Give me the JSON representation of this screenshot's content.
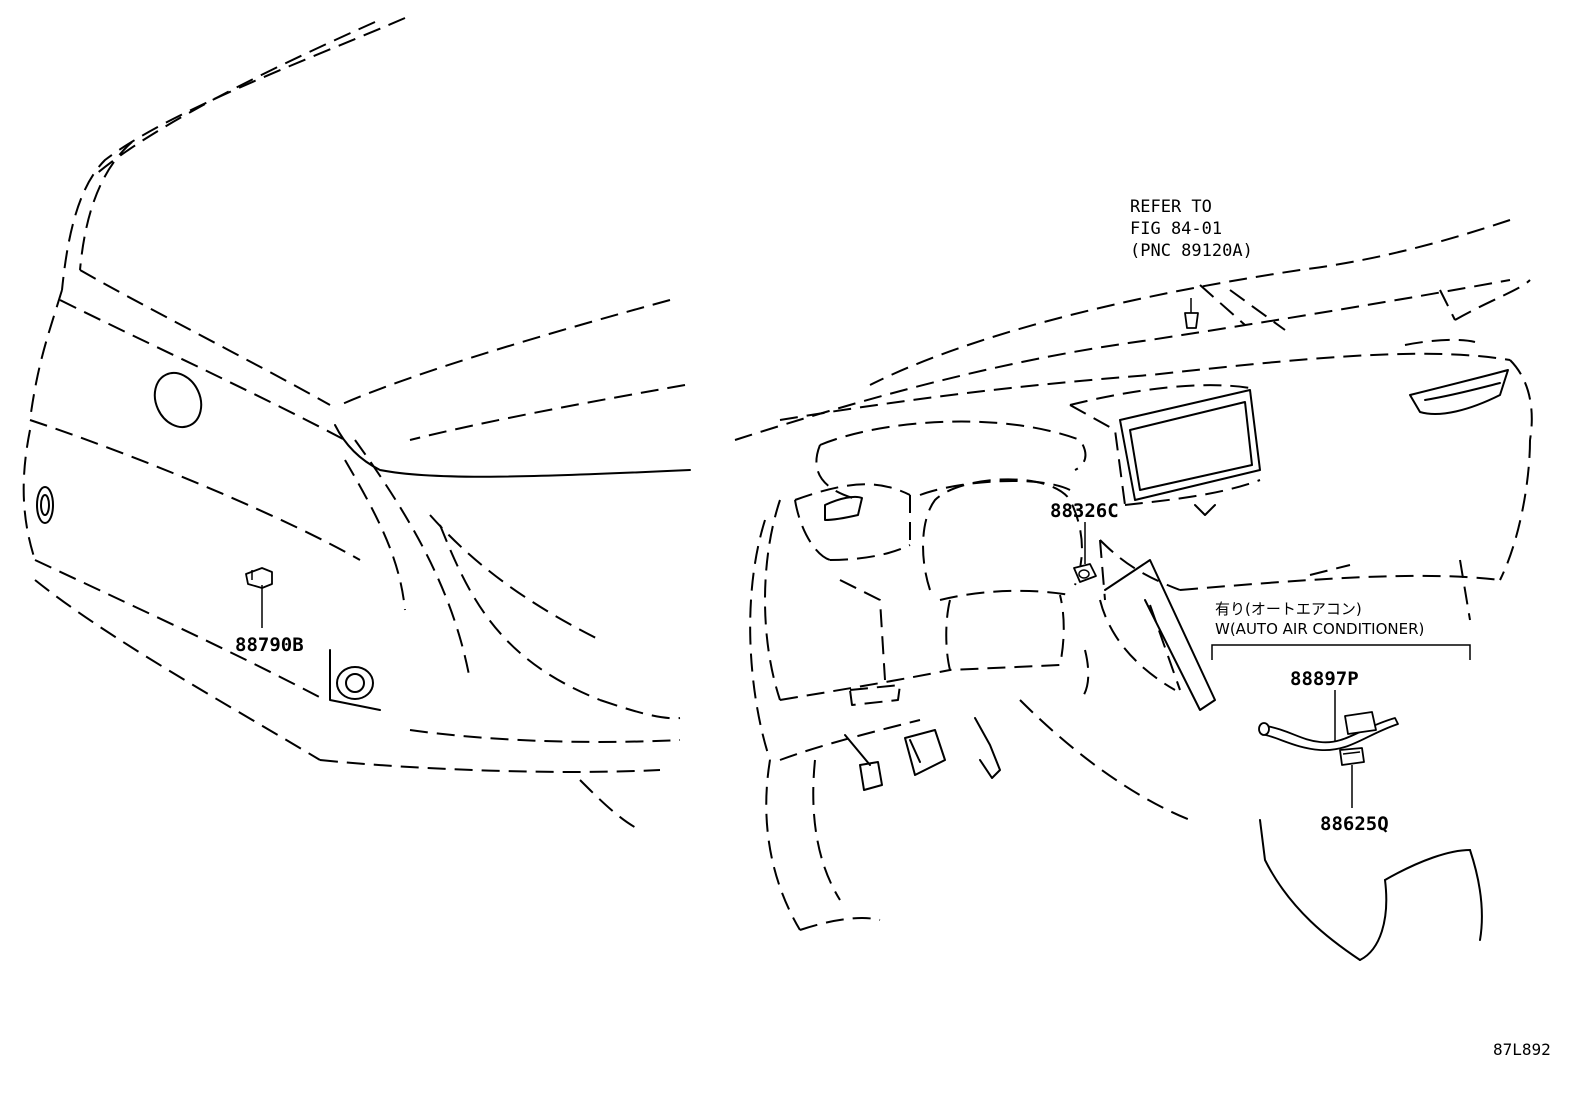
{
  "parts": {
    "p1": "88790B",
    "p2": "88326C",
    "p3": "88897P",
    "p4": "88625Q"
  },
  "reference_note": {
    "line1": "REFER TO",
    "line2": "FIG 84-01",
    "line3": "(PNC 89120A)"
  },
  "condition": {
    "japanese": "有り(オートエアコン)",
    "english": "W(AUTO AIR CONDITIONER)"
  },
  "figure_id": "87L892"
}
